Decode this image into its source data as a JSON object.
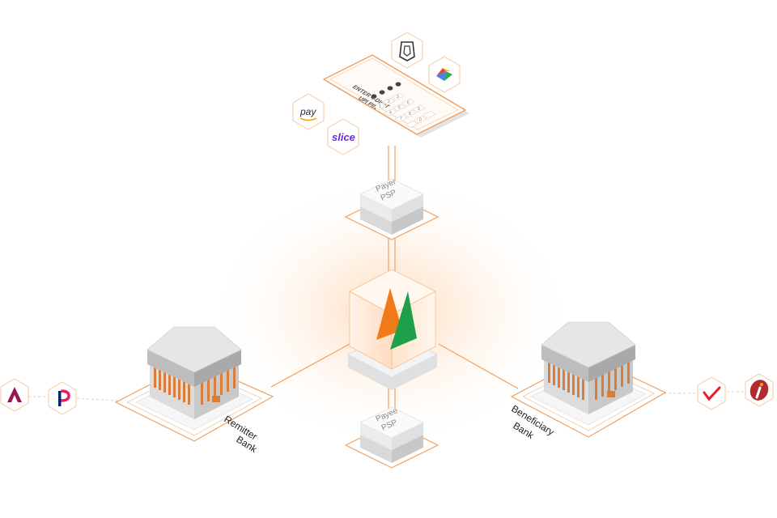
{
  "diagram": {
    "phone": {
      "pin_prompt_line1": "ENTER 4-DIGIT",
      "pin_prompt_line2": "UPI PIN",
      "keypad_keys": [
        "1",
        "2",
        "3",
        "4",
        "5",
        "6",
        "7",
        "8",
        "9",
        "",
        "0",
        ""
      ]
    },
    "payer_psp": {
      "line1": "Payer",
      "line2": "PSP"
    },
    "payee_psp": {
      "line1": "Payee",
      "line2": "PSP"
    },
    "remitter_bank": {
      "line1": "Remitter",
      "line2": "Bank"
    },
    "beneficiary_bank": {
      "line1": "Beneficiary",
      "line2": "Bank"
    },
    "app_logos": [
      {
        "name": "amazon-pay",
        "text": "pay"
      },
      {
        "name": "slice",
        "text": "slice"
      },
      {
        "name": "bhim",
        "text": ""
      },
      {
        "name": "google-pay",
        "text": ""
      }
    ],
    "bank_logos_left": [
      {
        "name": "axis-bank",
        "text": ""
      },
      {
        "name": "paytm-payments-bank",
        "text": ""
      }
    ],
    "bank_logos_right": [
      {
        "name": "kotak-bank",
        "text": ""
      },
      {
        "name": "icici-bank",
        "text": ""
      }
    ],
    "colors": {
      "accent": "#f0a060",
      "saffron": "#f07a1a",
      "green": "#1ea04a",
      "building_grey": "#d9d9d9",
      "column_orange": "#d97d3a"
    }
  }
}
